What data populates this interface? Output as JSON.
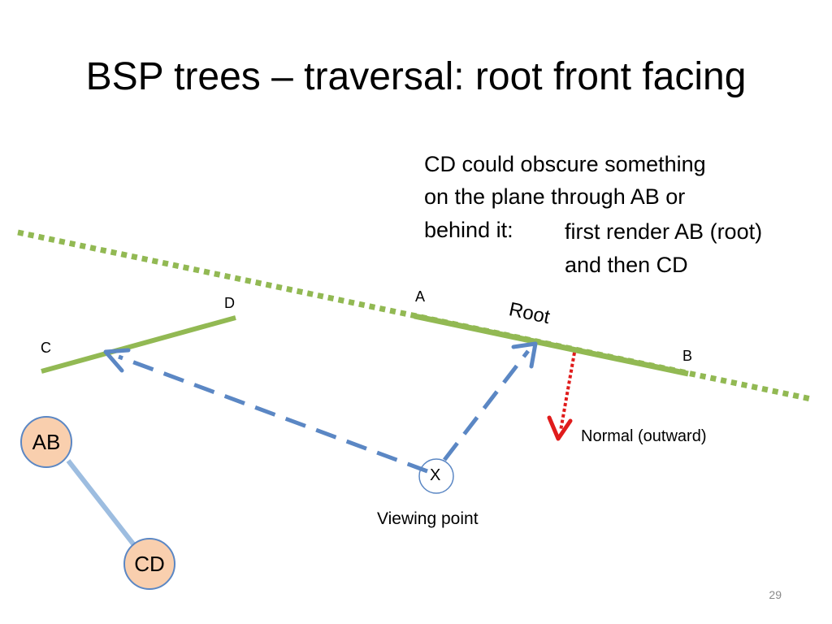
{
  "slide": {
    "title": "BSP trees – traversal: root front facing",
    "page_number": "29"
  },
  "explanation": {
    "lines": [
      "CD could obscure something",
      "on the plane through AB or",
      "behind it:"
    ],
    "steps": [
      "first render AB (root)",
      "and then CD"
    ]
  },
  "labels": {
    "point_a": "A",
    "point_b": "B",
    "point_c": "C",
    "point_d": "D",
    "root": "Root",
    "normal": "Normal (outward)",
    "viewing_point": "Viewing point",
    "viewer_mark": "X"
  },
  "tree": {
    "root_node": "AB",
    "child_node": "CD"
  },
  "colors": {
    "segment_green": "#92b953",
    "arrow_blue": "#5b87c4",
    "normal_red": "#e01b1b",
    "node_fill": "#f9cfae",
    "edge_blue": "#9dbde0"
  }
}
